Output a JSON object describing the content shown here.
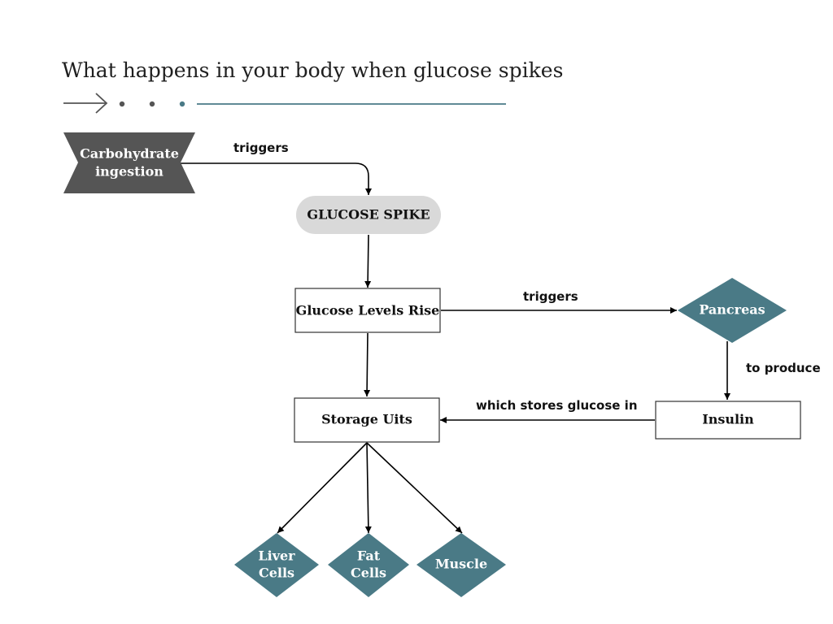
{
  "title": "What happens in your body when glucose spikes",
  "colors": {
    "teal": "#4a7a86",
    "dark_gray": "#555555",
    "light_gray": "#d9d9d9",
    "border": "#333333"
  },
  "nodes": {
    "carb": {
      "line1": "Carbohydrate",
      "line2": "ingestion"
    },
    "spike": {
      "label": "GLUCOSE SPIKE"
    },
    "levels": {
      "label": "Glucose Levels Rise"
    },
    "pancreas": {
      "label": "Pancreas"
    },
    "insulin": {
      "label": "Insulin"
    },
    "storage": {
      "label": "Storage Uits"
    },
    "liver": {
      "line1": "Liver",
      "line2": "Cells"
    },
    "fat": {
      "line1": "Fat",
      "line2": "Cells"
    },
    "muscle": {
      "label": "Muscle"
    }
  },
  "edges": {
    "carb_to_spike": "triggers",
    "levels_to_pancreas": "triggers",
    "pancreas_to_insulin": "to produce",
    "insulin_to_storage": "which stores glucose in"
  }
}
